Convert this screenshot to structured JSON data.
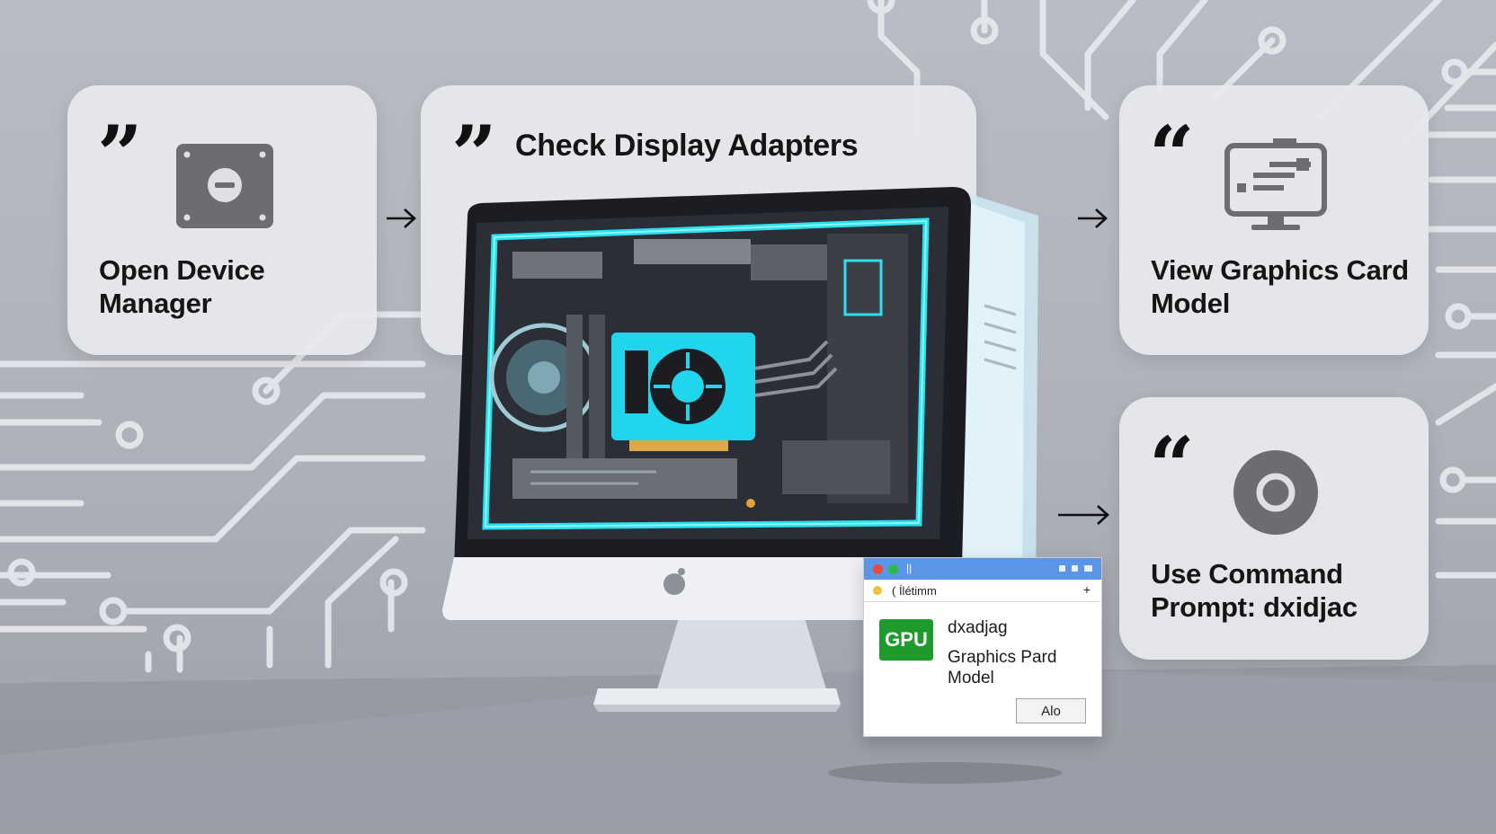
{
  "steps": [
    {
      "icon": "device-manager-icon",
      "title_line1": "Open Device",
      "title_line2": "Manager"
    },
    {
      "icon": "quote-icon",
      "title_line1": "Check Display Adapters"
    },
    {
      "icon": "monitor-window-icon",
      "title_line1": "View Graphics Card",
      "title_line2": "Model"
    },
    {
      "icon": "ring-icon",
      "title_line1": "Use Command",
      "title_line2": "Prompt: dxidjac"
    }
  ],
  "popup": {
    "title_mark": "||",
    "address": "( Ílétimm",
    "address_action": "+",
    "badge": "GPU",
    "line1": "dxadjag",
    "line2": "Graphics Pard",
    "line3": "Model",
    "button": "Alo"
  },
  "colors": {
    "card": "#e8e9ec",
    "background": "#b9bcc4",
    "cyan_accent": "#28e0f0",
    "badge_green": "#1f9a2c",
    "popup_titlebar": "#5a95e6"
  }
}
